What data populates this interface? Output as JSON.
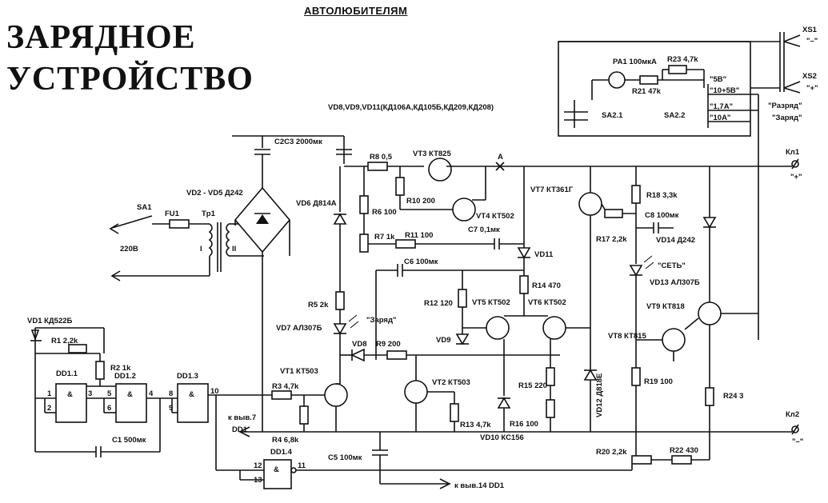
{
  "header": {
    "section": "АВТОЛЮБИТЕЛЯМ",
    "title_line1": "ЗАРЯДНОЕ",
    "title_line2": "УСТРОЙСТВО"
  },
  "labels": {
    "xs1": "XS1",
    "xs1_sign": "\"–\"",
    "xs2": "XS2",
    "xs2_sign": "\"+\"",
    "pa1": "PA1 100мкА",
    "r23": "R23 4,7k",
    "r21": "R21 47k",
    "sw_5v": "\"5В\"",
    "sw_10_5v": "\"10+5В\"",
    "sw_17a": "\"1,7А\"",
    "sw_10a": "\"10А\"",
    "razryad": "\"Разряд\"",
    "zaryad_sw": "\"Заряд\"",
    "sa21": "SA2.1",
    "sa22": "SA2.2",
    "vd_group": "VD8,VD9,VD11(КД106А,КД105Б,КД209,КД208)",
    "c2c3": "C2C3 2000мк",
    "r8": "R8 0,5",
    "vt3": "VT3 КТ825",
    "point_a": "А",
    "kl1": "Кл1",
    "kl1_sign": "\"+\"",
    "vd2vd5": "VD2 - VD5 Д242",
    "vd6": "VD6 Д814А",
    "r10": "R10 200",
    "r6": "R6 100",
    "vt4": "VT4 КТ502",
    "vt7": "VT7 КТ361Г",
    "r18": "R18 3,3k",
    "c8": "C8 100мк",
    "sa1": "SA1",
    "fu1": "FU1",
    "tr1": "Tp1",
    "v220": "220В",
    "winding1": "I",
    "winding2": "II",
    "r7": "R7 1k",
    "r11": "R11 100",
    "c7": "C7 0,1мк",
    "r17": "R17 2,2k",
    "vd14": "VD14 Д242",
    "vd11": "VD11",
    "c6": "C6 100мк",
    "set": "\"СЕТЬ\"",
    "vd13": "VD13 АЛ307Б",
    "r14": "R14 470",
    "r5": "R5 2k",
    "r12": "R12 120",
    "vt5": "VT5 КТ502",
    "vt6": "VT6 КТ502",
    "vt9": "VT9 КТ818",
    "vd1": "VD1 КД522Б",
    "r1": "R1 2,2k",
    "r2": "R2 1k",
    "vd7": "VD7 АЛ307Б",
    "zaryad_led": "\"Заряд\"",
    "vt8": "VT8 КТ815",
    "vd8": "VD8",
    "r9": "R9 200",
    "vd9": "VD9",
    "dd11": "DD1.1",
    "dd12": "DD1.2",
    "dd13": "DD1.3",
    "vt1": "VT1 КТ503",
    "vt2": "VT2 КТ503",
    "r15": "R15 220",
    "vd12": "VD12 Д818Е",
    "r19": "R19 100",
    "r3": "R3 4,7k",
    "r24": "R24 3",
    "to_pin7": "к выв.7",
    "dd1": "DD1",
    "r13": "R13 4,7k",
    "r16": "R16 100",
    "kl2": "Кл2",
    "kl2_sign": "\"–\"",
    "r4": "R4 6,8k",
    "c1": "C1 500мк",
    "vd10": "VD10 КС156",
    "dd14": "DD1.4",
    "c5": "C5 100мк",
    "r20": "R20 2,2k",
    "r22": "R22 430",
    "to_pin14": "к выв.14 DD1",
    "pin1": "1",
    "pin2": "2",
    "pin3": "3",
    "pin4": "4",
    "pin5": "5",
    "pin6": "6",
    "pin8": "8",
    "pin9": "9",
    "pin10": "10",
    "pin11": "11",
    "pin12": "12",
    "pin13": "13",
    "gate_and": "&"
  }
}
